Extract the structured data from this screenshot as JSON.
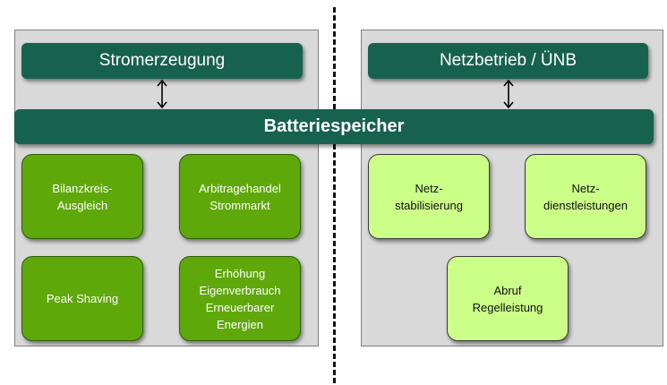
{
  "left_panel": {
    "header": "Stromerzeugung",
    "boxes": [
      "Bilanzkreis-\nAusgleich",
      "Arbitragehandel\nStrommarkt",
      "Peak Shaving",
      "Erhöhung\nEigenverbrauch\nErneuerbarer\nEnergien"
    ]
  },
  "right_panel": {
    "header": "Netzbetrieb / ÜNB",
    "boxes": [
      "Netz-\nstabilisierung",
      "Netz-\ndienstleistungen",
      "Abruf\nRegelleistung"
    ]
  },
  "center": {
    "label": "Batteriespeicher"
  },
  "colors": {
    "header_bg": "#17614f",
    "left_box_bg": "#5fa80a",
    "right_box_bg": "#ccff88",
    "panel_bg": "#d9d9d9"
  }
}
